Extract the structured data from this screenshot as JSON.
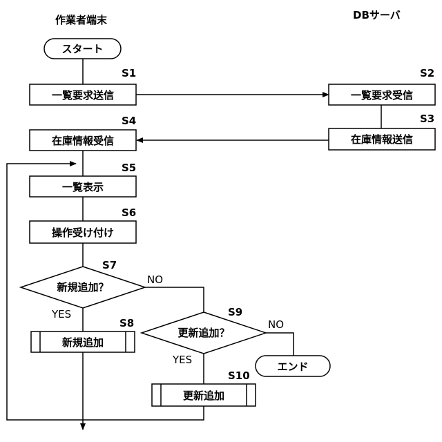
{
  "headers": {
    "terminal": "作業者端末",
    "db_server": "DBサーバ"
  },
  "nodes": {
    "start": "スタート",
    "s1": "一覧要求送信",
    "s2": "一覧要求受信",
    "s3": "在庫情報送信",
    "s4": "在庫情報受信",
    "s5": "一覧表示",
    "s6": "操作受け付け",
    "s7": "新規追加？",
    "s8": "新規追加",
    "s9": "更新追加？",
    "s10": "更新追加",
    "end": "エンド"
  },
  "steps": {
    "s1": "S1",
    "s2": "S2",
    "s3": "S3",
    "s4": "S4",
    "s5": "S5",
    "s6": "S6",
    "s7": "S7",
    "s8": "S8",
    "s9": "S9",
    "s10": "S10"
  },
  "branches": {
    "s7_yes": "YES",
    "s7_no": "NO",
    "s9_yes": "YES",
    "s9_no": "NO"
  }
}
